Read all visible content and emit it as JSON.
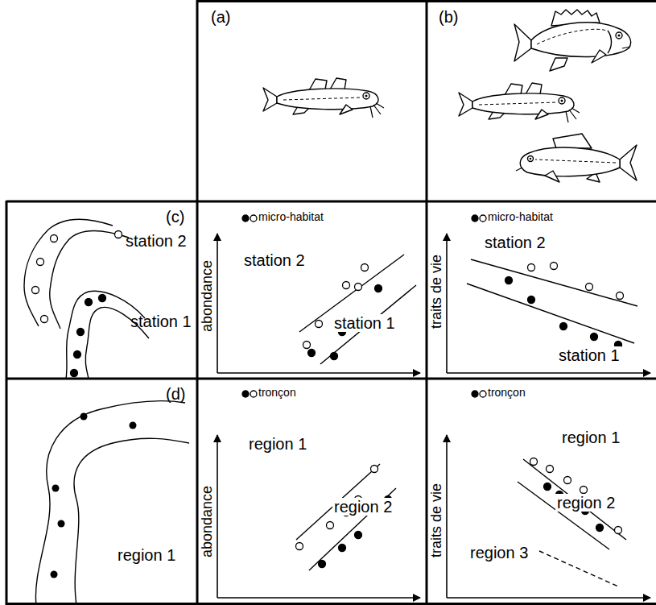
{
  "diagram": {
    "nodes": [
      {
        "text": [
          "(a)"
        ]
      },
      {
        "text": [
          "(b)"
        ]
      },
      {
        "text": [
          "(c)",
          "station 2",
          "station 1"
        ]
      },
      {
        "text": [
          "micro-habitat",
          "abondance",
          "station 2",
          "station 1"
        ]
      },
      {
        "text": [
          "micro-habitat",
          "traits de vie",
          "station 2",
          "station 1"
        ]
      },
      {
        "text": [
          "(d)",
          "region 1"
        ]
      },
      {
        "text": [
          "tronçon",
          "abondance",
          "region 1",
          "region 2"
        ]
      },
      {
        "text": [
          "tronçon",
          "traits de vie",
          "region 1",
          "region 2",
          "region 3"
        ]
      }
    ]
  }
}
